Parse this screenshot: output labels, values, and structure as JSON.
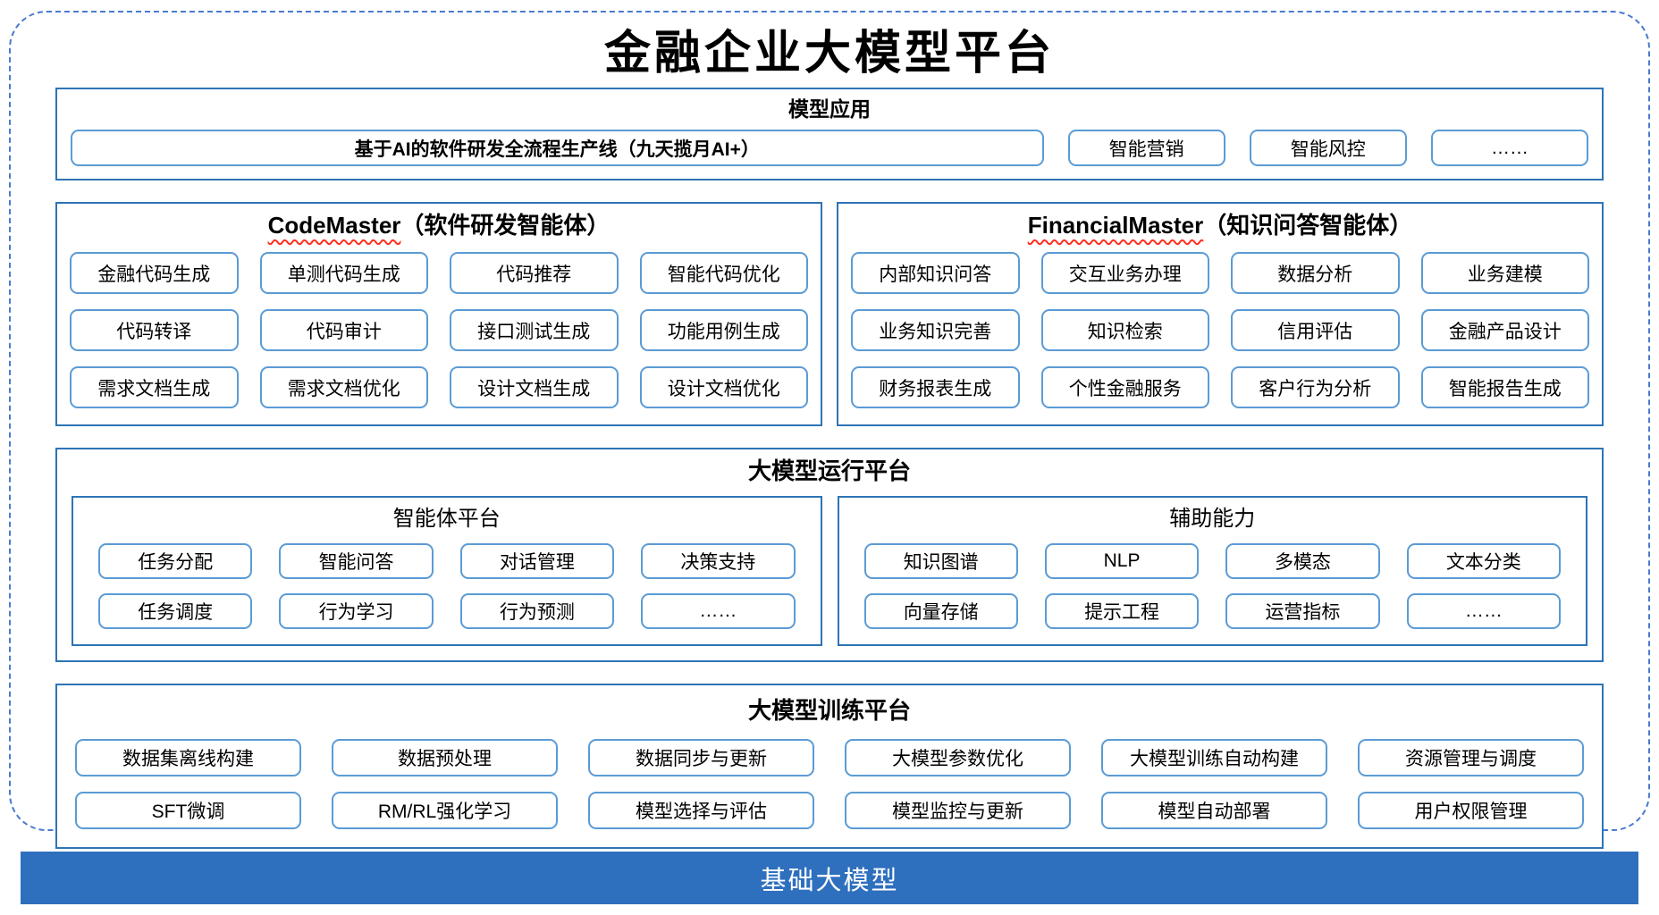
{
  "title": "金融企业大模型平台",
  "colors": {
    "section_border": "#2e74b5",
    "item_border": "#5b9bd5",
    "outer_dashed_border": "#4a7ad0",
    "squiggle_underline": "#ff2f1f",
    "foundation_bar_bg": "#2e6fbe",
    "foundation_bar_text": "#ffffff"
  },
  "model_application": {
    "header": "模型应用",
    "pipeline": "基于AI的软件研发全流程生产线（九天揽月AI+）",
    "items": [
      "智能营销",
      "智能风控",
      "……"
    ]
  },
  "code_master": {
    "title_en": "CodeMaster",
    "title_zh": "（软件研发智能体）",
    "items": [
      "金融代码生成",
      "单测代码生成",
      "代码推荐",
      "智能代码优化",
      "代码转译",
      "代码审计",
      "接口测试生成",
      "功能用例生成",
      "需求文档生成",
      "需求文档优化",
      "设计文档生成",
      "设计文档优化"
    ]
  },
  "financial_master": {
    "title_en": "FinancialMaster",
    "title_zh": "（知识问答智能体）",
    "items": [
      "内部知识问答",
      "交互业务办理",
      "数据分析",
      "业务建模",
      "业务知识完善",
      "知识检索",
      "信用评估",
      "金融产品设计",
      "财务报表生成",
      "个性金融服务",
      "客户行为分析",
      "智能报告生成"
    ]
  },
  "runtime_platform": {
    "header": "大模型运行平台",
    "agent_platform": {
      "header": "智能体平台",
      "items": [
        "任务分配",
        "智能问答",
        "对话管理",
        "决策支持",
        "任务调度",
        "行为学习",
        "行为预测",
        "……"
      ]
    },
    "auxiliary": {
      "header": "辅助能力",
      "items": [
        "知识图谱",
        "NLP",
        "多模态",
        "文本分类",
        "向量存储",
        "提示工程",
        "运营指标",
        "……"
      ]
    }
  },
  "training_platform": {
    "header": "大模型训练平台",
    "items": [
      "数据集离线构建",
      "数据预处理",
      "数据同步与更新",
      "大模型参数优化",
      "大模型训练自动构建",
      "资源管理与调度",
      "SFT微调",
      "RM/RL强化学习",
      "模型选择与评估",
      "模型监控与更新",
      "模型自动部署",
      "用户权限管理"
    ]
  },
  "foundation": {
    "label": "基础大模型"
  }
}
